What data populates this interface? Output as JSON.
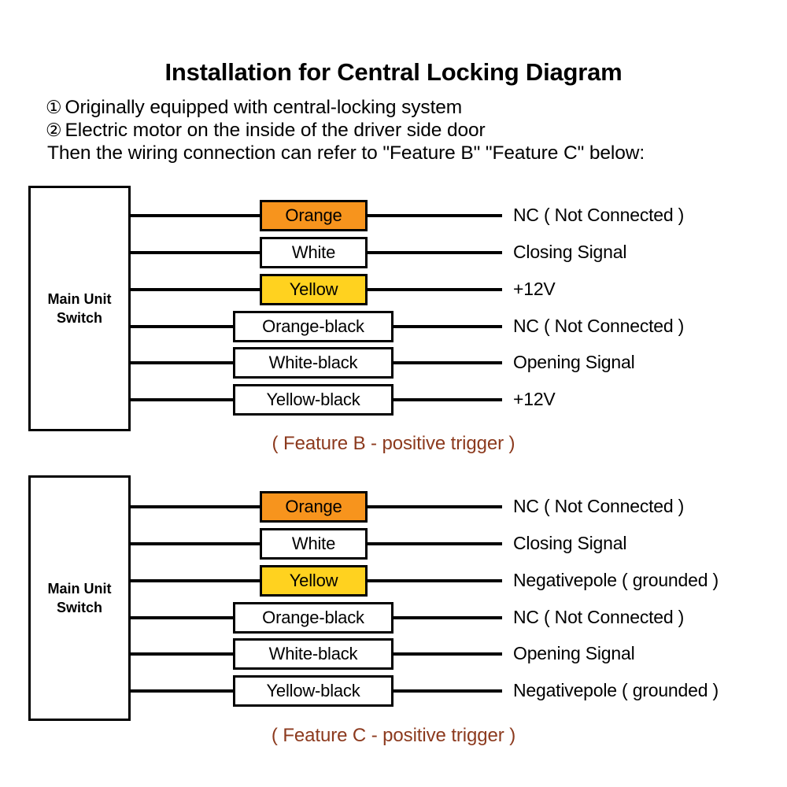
{
  "header": {
    "title": "Installation for Central Locking Diagram",
    "notes": [
      {
        "marker": "①",
        "text": "Originally equipped with central-locking system"
      },
      {
        "marker": "②",
        "text": "Electric motor on the inside of the driver side door"
      }
    ],
    "then_line": "Then the wiring connection can refer to \"Feature B\" \"Feature C\" below:"
  },
  "colors": {
    "orange": "#F7941D",
    "yellow": "#FFD21F",
    "white": "#FFFFFF",
    "line": "#000000",
    "caption": "#8C3A1E"
  },
  "diagrams": [
    {
      "id": "feature-b",
      "unit_label": "Main Unit\nSwitch",
      "caption": "( Feature B - positive trigger )",
      "rows": [
        {
          "wire": "Orange",
          "fill": "orange",
          "width": "narrow",
          "signal": "NC ( Not Connected )"
        },
        {
          "wire": "White",
          "fill": "white",
          "width": "narrow",
          "signal": "Closing Signal"
        },
        {
          "wire": "Yellow",
          "fill": "yellow",
          "width": "narrow",
          "signal": "+12V"
        },
        {
          "wire": "Orange-black",
          "fill": "white",
          "width": "wide",
          "signal": "NC ( Not Connected )"
        },
        {
          "wire": "White-black",
          "fill": "white",
          "width": "wide",
          "signal": "Opening Signal"
        },
        {
          "wire": "Yellow-black",
          "fill": "white",
          "width": "wide",
          "signal": "+12V"
        }
      ]
    },
    {
      "id": "feature-c",
      "unit_label": "Main Unit\nSwitch",
      "caption": "( Feature C - positive trigger )",
      "rows": [
        {
          "wire": "Orange",
          "fill": "orange",
          "width": "narrow",
          "signal": "NC ( Not Connected )"
        },
        {
          "wire": "White",
          "fill": "white",
          "width": "narrow",
          "signal": "Closing Signal"
        },
        {
          "wire": "Yellow",
          "fill": "yellow",
          "width": "narrow",
          "signal": "Negativepole ( grounded )"
        },
        {
          "wire": "Orange-black",
          "fill": "white",
          "width": "wide",
          "signal": "NC ( Not Connected )"
        },
        {
          "wire": "White-black",
          "fill": "white",
          "width": "wide",
          "signal": "Opening Signal"
        },
        {
          "wire": "Yellow-black",
          "fill": "white",
          "width": "wide",
          "signal": "Negativepole ( grounded )"
        }
      ]
    }
  ]
}
